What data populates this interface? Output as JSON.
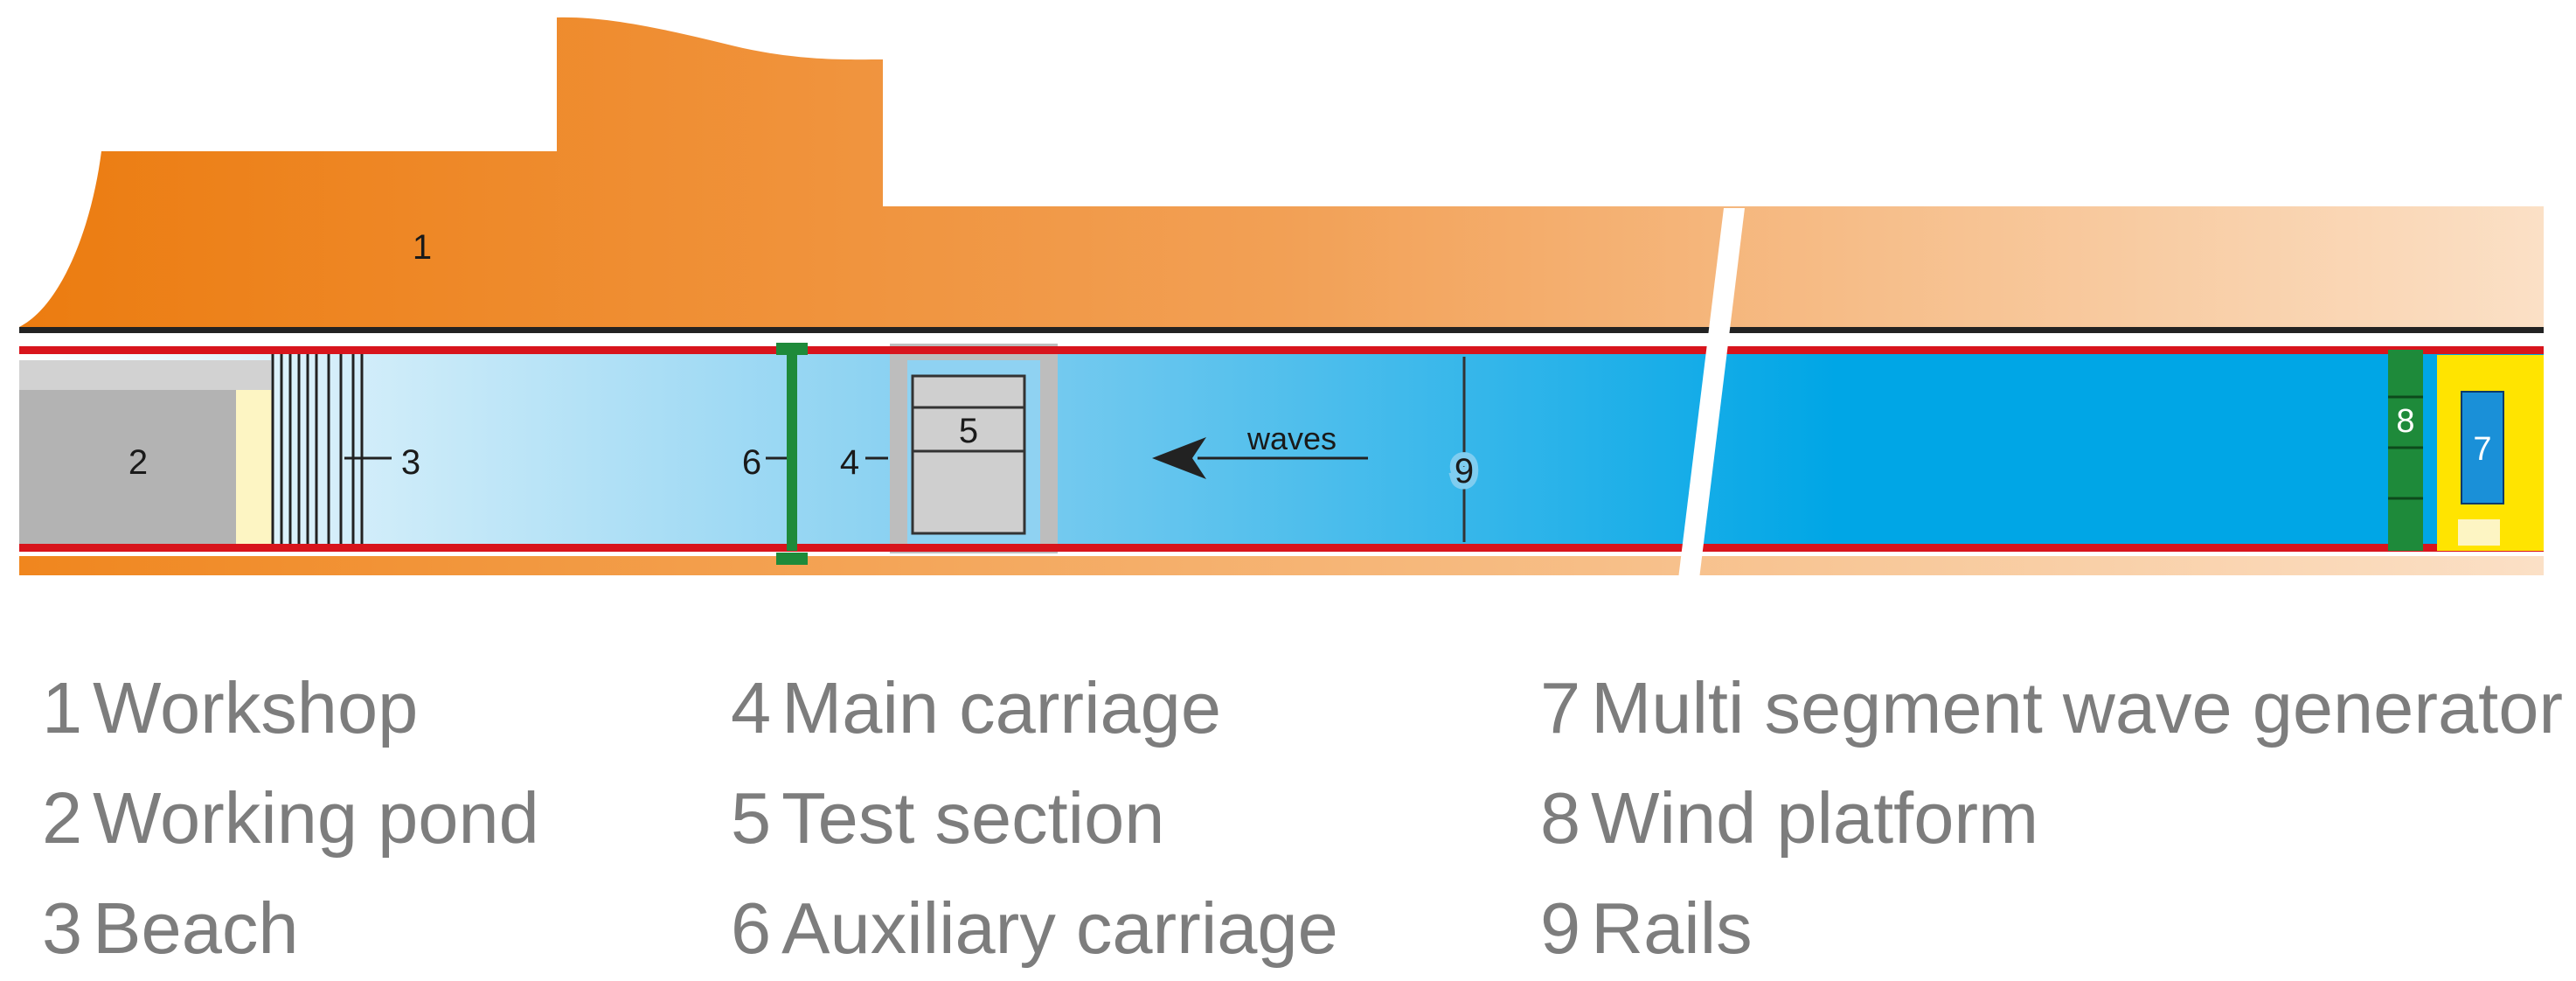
{
  "diagram": {
    "markers": {
      "workshop": "1",
      "working_pond": "2",
      "beach": "3",
      "main_carriage": "4",
      "test_section": "5",
      "auxiliary_carriage": "6",
      "wave_generator": "7",
      "wind_platform": "8",
      "rails": "9"
    },
    "waves_label": "waves",
    "colors": {
      "building": "#ef7f1a",
      "water": "#00a6e6",
      "rail": "#d8141c",
      "aux_carriage": "#1e8a3a",
      "wave_generator_frame": "#ffe400",
      "pond": "#b3b3b3",
      "beach": "#fdf5c3"
    }
  },
  "legend": [
    {
      "num": "1",
      "text": "Workshop"
    },
    {
      "num": "2",
      "text": "Working pond"
    },
    {
      "num": "3",
      "text": "Beach"
    },
    {
      "num": "4",
      "text": "Main carriage"
    },
    {
      "num": "5",
      "text": "Test section"
    },
    {
      "num": "6",
      "text": "Auxiliary carriage"
    },
    {
      "num": "7",
      "text": "Multi segment wave generator"
    },
    {
      "num": "8",
      "text": "Wind platform"
    },
    {
      "num": "9",
      "text": "Rails"
    }
  ]
}
